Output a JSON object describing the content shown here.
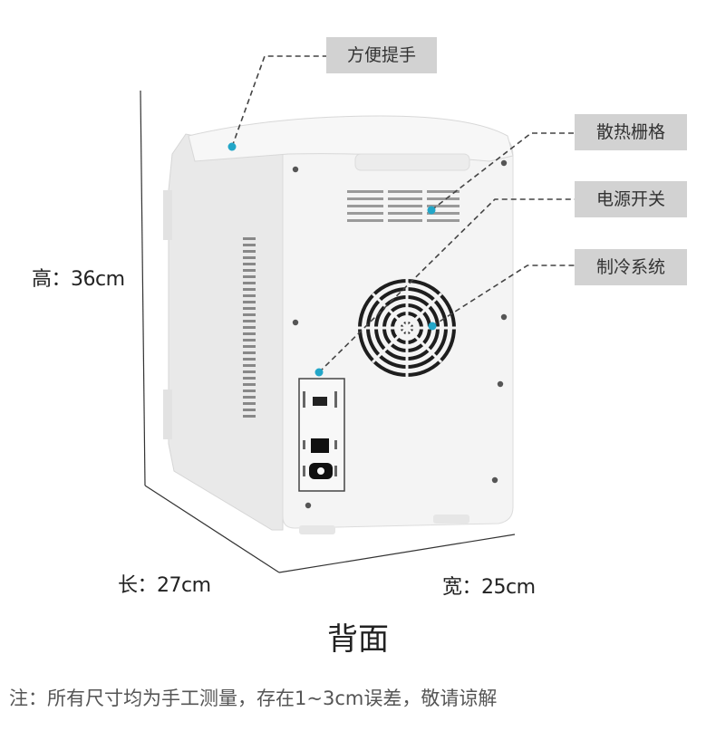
{
  "callouts": {
    "handle": "方便提手",
    "vent_grille": "散热栅格",
    "power_switch": "电源开关",
    "cooling_system": "制冷系统"
  },
  "dimensions": {
    "height": "高：36cm",
    "length": "长：27cm",
    "width": "宽：25cm"
  },
  "caption": "背面",
  "note": "注：所有尺寸均为手工测量，存在1~3cm误差，敬请谅解",
  "colors": {
    "marker_dot": "#22a6c8",
    "callout_bg": "#d2d2d2",
    "fridge_body": "#f3f3f3"
  }
}
